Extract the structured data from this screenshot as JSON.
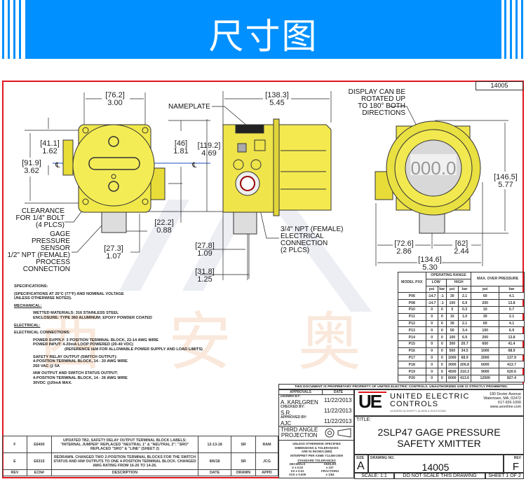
{
  "banner": {
    "title": "尺寸图",
    "color": "#0090ff"
  },
  "drawing": {
    "number_tab": "14005",
    "watermark": "西安奥",
    "left_view": {
      "dim_width": {
        "mm": "[76.2]",
        "in": "3.00"
      },
      "dim_top": {
        "mm": "[41.1]",
        "in": "1.62"
      },
      "dim_height": {
        "mm": "[91.9]",
        "in": "3.62"
      },
      "dim_side": {
        "mm": "[46]",
        "in": "1.81"
      },
      "dim_pipe": {
        "mm": "[22.2]",
        "in": "0.88"
      },
      "dim_offset": {
        "mm": "[27.3]",
        "in": "1.07"
      },
      "centerline": "℄",
      "clearance_label": [
        "CLEARANCE",
        "FOR 1/4\" BOLT",
        "(4 PLCS)"
      ],
      "sensor_label": [
        "GAGE",
        "PRESSURE",
        "SENSOR",
        "1/2\" NPT (FEMALE)",
        "PROCESS",
        "CONNECTION"
      ]
    },
    "side_view": {
      "nameplate_label": "NAMEPLATE",
      "dim_width": {
        "mm": "[138.3]",
        "in": "5.45"
      },
      "dim_height": {
        "mm": "[119.2]",
        "in": "4.69"
      },
      "dim_a": {
        "mm": "[27.8]",
        "in": "1.09"
      },
      "dim_b": {
        "mm": "[31.8]",
        "in": "1.25"
      },
      "centerline": "℄",
      "conduit_label": [
        "3/4\" NPT (FEMALE)",
        "ELECTRICAL",
        "CONNECTION",
        "(2 PLCS)"
      ]
    },
    "front_view": {
      "display_label": [
        "DISPLAY CAN BE",
        "ROTATED UP",
        "TO 180° BOTH",
        "DIRECTIONS"
      ],
      "display_value": "000.0",
      "dim_height": {
        "mm": "[146.5]",
        "in": "5.77"
      },
      "dim_left": {
        "mm": "[72.6]",
        "in": "2.86"
      },
      "dim_right": {
        "mm": "[62]",
        "in": "2.44"
      },
      "dim_total": {
        "mm": "[134.6]",
        "in": "5.30"
      }
    }
  },
  "specifications": {
    "heading": "SPECIFICATIONS:",
    "note": [
      "(SPECIFICATIONS AT 25°C (77°F) AND NOMINAL VOLTAGE",
      "UNLESS OTHERWISE NOTED)."
    ],
    "mechanical_heading": "MECHANICAL:",
    "mechanical": [
      "WETTED MATERIALS: 316 STAINLESS STEEL",
      "ENCLOSURE: TYPE 360 ALUMINUM; EPOXY POWDER COATED"
    ],
    "electrical_heading": "ELECTRICAL:",
    "connections_heading": "ELECTRICAL CONNECTIONS:",
    "power": [
      "POWER SUPPLY: 3 POSITION TERMINAL BLOCK, 22-14 AWG WIRE",
      "POWER INPUT: 4-20mA LOOP POWERED (20-40 VDC)"
    ],
    "power_ref": "(REFERENCE I&M FOR ALLOWABLE POWER SUPPLY AND LOAD LIMITS)",
    "relay": [
      "SAFETY RELAY OUTPUT (SWITCH OUTPUT):",
      "4-POSITION TERMINAL BLOCK, 14 - 20 AWG WIRE",
      "250 VAC @ 5A"
    ],
    "iaw": [
      "IAW OUTPUT AND SWITCH STATUS OUTPUT:",
      "4-POSITION TERMINAL BLOCK, 14 - 26 AWG WIRE",
      "30VDC @20mA MAX."
    ]
  },
  "range_table": {
    "headers": {
      "model": "MODEL PXX",
      "operating": "OPERATING RANGE",
      "low": "LOW",
      "high": "HIGH",
      "max": "MAX. OVER PRESSURE",
      "psi": "psi",
      "bar": "bar"
    },
    "rows": [
      [
        "P06",
        "-14.7",
        "-1",
        "30",
        "2.1",
        "60",
        "4.1"
      ],
      [
        "P08",
        "-14.7",
        "-1",
        "100",
        "6.9",
        "200",
        "13.8"
      ],
      [
        "P10",
        "0",
        "0",
        "5",
        "0.3",
        "10",
        "0.7"
      ],
      [
        "P11",
        "0",
        "0",
        "15",
        "1.0",
        "30",
        "2.1"
      ],
      [
        "P12",
        "0",
        "0",
        "30",
        "2.1",
        "60",
        "4.1"
      ],
      [
        "P13",
        "0",
        "0",
        "50",
        "3.4",
        "100",
        "6.9"
      ],
      [
        "P14",
        "0",
        "0",
        "100",
        "6.9",
        "200",
        "13.8"
      ],
      [
        "P15",
        "0",
        "0",
        "300",
        "20.7",
        "600",
        "41.4"
      ],
      [
        "P16",
        "0",
        "0",
        "500",
        "34.5",
        "1000",
        "68.9"
      ],
      [
        "P17",
        "0",
        "0",
        "1000",
        "68.9",
        "2000",
        "137.9"
      ],
      [
        "P18",
        "0",
        "0",
        "3000",
        "206.8",
        "6000",
        "413.7"
      ],
      [
        "P19",
        "0",
        "0",
        "4500",
        "310.3",
        "9000",
        "620.6"
      ],
      [
        "P20",
        "0",
        "0",
        "6000",
        "413.6",
        "12000",
        "827.4"
      ]
    ]
  },
  "revisions": {
    "headers": [
      "REV",
      "ECN#",
      "DESCRIPTION",
      "DATE",
      "DRAWN",
      "APPD"
    ],
    "rows": [
      [
        "F",
        "E6400",
        "UPDATED TB2, SAFETY RELAY OUTPUT TERMINAL BLOCK LABELS: \"INTERNAL JUMPER\" REPLACED \"NEUTRAL 1\" & \"NEUTRAL 2\"; \"SRO\" REPLACED \"SRO\" & \"LINE\" (SHEET 2)",
        "12-13-18",
        "SR",
        "RAM"
      ],
      [
        "E",
        "E6315",
        "REDRAWN. CHANGED TWO 2-POSITION TERMINAL BLOCKS FOR THE SWITCH STATUS AND IAW OUTPUTS TO ONE 4-POSITION TERMINAL BLOCK. CHANGED AWG RATING FROM 16-26 TO 14-26.",
        "8/6/18",
        "SR",
        "JCG"
      ]
    ]
  },
  "title_block": {
    "proprietary": "THIS DOCUMENT IS PROPRIETARY PROPERTY OF UNITED ELECTRIC CONTROLS. UNAUTHORIZED USE IS STRICTLY PROHIBITED.",
    "approvals": "APPROVALS",
    "date": "DATE",
    "drawn_by_label": "DRAWN BY:",
    "drawn_by": "A. KARLGREN",
    "drawn_date": "11/22/2013",
    "checked_by_label": "CHECKED BY:",
    "checked_by": "S.R.",
    "checked_date": "11/22/2013",
    "approved_by_label": "APPROVED BY:",
    "approved_by": "AJC",
    "approved_date": "11/22/2013",
    "projection": [
      "THIRD ANGLE",
      "PROJECTION"
    ],
    "tolerance_note": [
      "UNLESS OTHERWISE SPECIFIED",
      "DIMENSIONS & TOLERANCES",
      "ARE IN INCHES [MM]",
      "INTERPRET PER ASME Y14.5M-2009"
    ],
    "std_tol": "STANDARD TOLERANCES",
    "decimals": [
      "DECIMALS",
      "X ± 0.03",
      "XX ± 0.01",
      "XXX ± 0.005"
    ],
    "angles": [
      "ANGLES",
      "± 1/2°",
      "FRACTIONS",
      "± 1/64"
    ],
    "logo": "UE",
    "company": [
      "UNITED ELECTRIC",
      "CONTROLS"
    ],
    "tagline": "LEADERS IN SAFETY, ALARM & SHUTDOWN",
    "address": [
      "180 Dexter Avenue",
      "Watertown, MA, 02472",
      "617-926-1000",
      "www.ueonline.com"
    ],
    "title_label": "TITLE:",
    "title": [
      "2SLP47 GAGE PRESSURE",
      "SAFETY XMITTER"
    ],
    "size_label": "SIZE",
    "size": "A",
    "drawing_no_label": "DRAWING NO.",
    "drawing_no": "14005",
    "rev_label": "REV",
    "rev": "F",
    "scale": "SCALE: 1:1",
    "no_scale": "DO NOT SCALE THIS DRAWING",
    "sheet": "SHEET 1 OF 2"
  }
}
